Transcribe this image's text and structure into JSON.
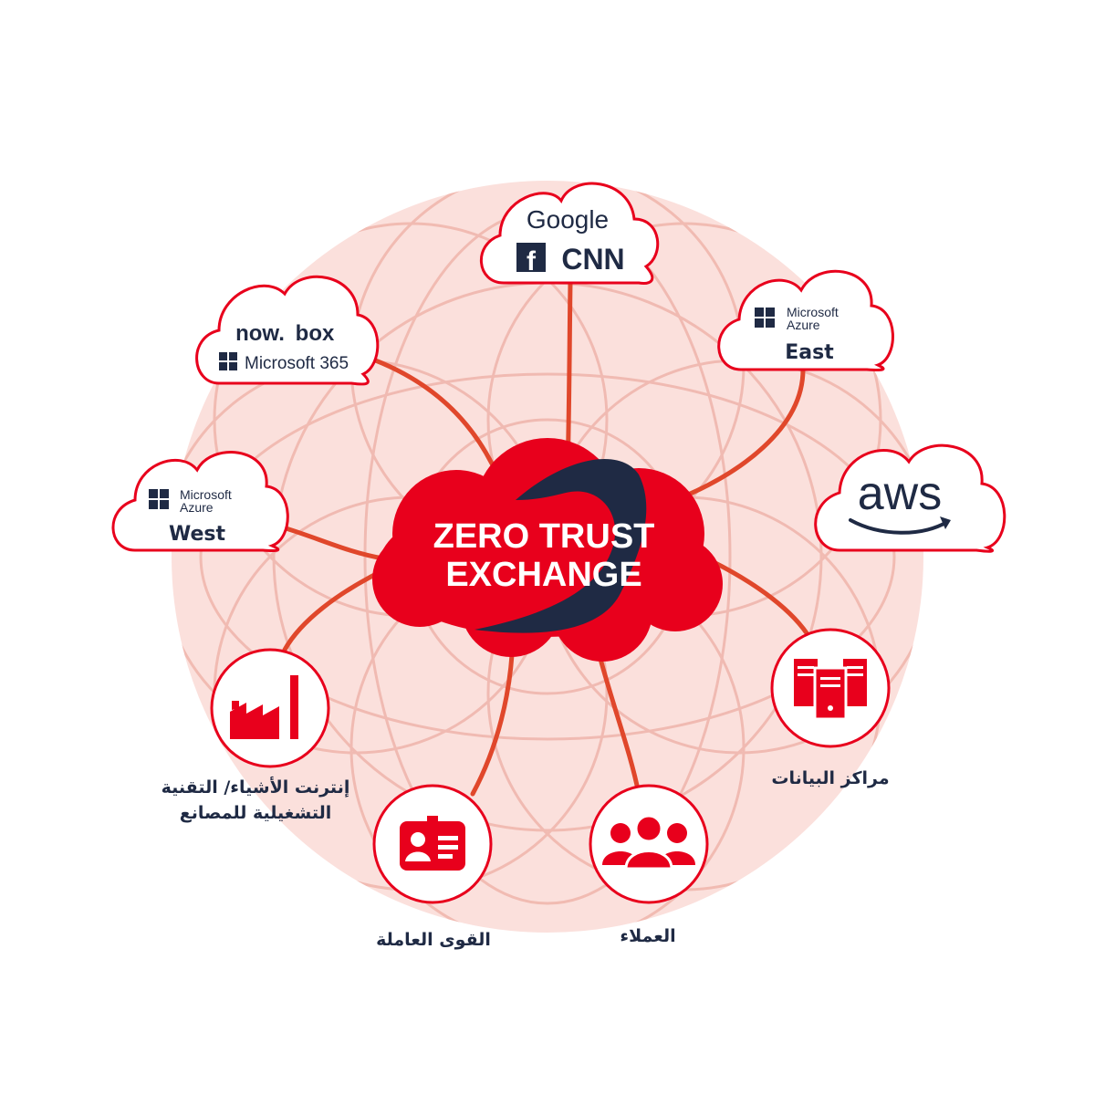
{
  "hub": {
    "line1": "ZERO TRUST",
    "line2": "EXCHANGE"
  },
  "clouds": {
    "top": {
      "line1": "Google",
      "brand_a": "f",
      "brand_b": "CNN"
    },
    "upper_left": {
      "line1_a": "now.",
      "line1_b": "box",
      "line2": "Microsoft 365"
    },
    "east": {
      "brand_l1": "Microsoft",
      "brand_l2": "Azure",
      "region": "East"
    },
    "west": {
      "brand_l1": "Microsoft",
      "brand_l2": "Azure",
      "region": "West"
    },
    "aws": {
      "brand": "aws"
    }
  },
  "nodes": {
    "factory": {
      "label_l1": "إنترنت الأشياء/ التقنية",
      "label_l2": "التشغيلية للمصانع"
    },
    "workforce": {
      "label": "القوى العاملة"
    },
    "customers": {
      "label": "العملاء"
    },
    "datacenters": {
      "label": "مراكز البيانات"
    }
  },
  "colors": {
    "brand_red": "#e8001c",
    "line": "#e0472b",
    "navy": "#1f2a44",
    "halo": "#fbe0dc",
    "swirl": "#efb4ab"
  },
  "icons": {
    "factory": "factory-icon",
    "workforce": "id-badge-icon",
    "customers": "users-group-icon",
    "datacenters": "server-rack-icon",
    "windows": "windows-logo-icon",
    "facebook": "facebook-icon",
    "amazon": "amazon-smile-icon"
  }
}
